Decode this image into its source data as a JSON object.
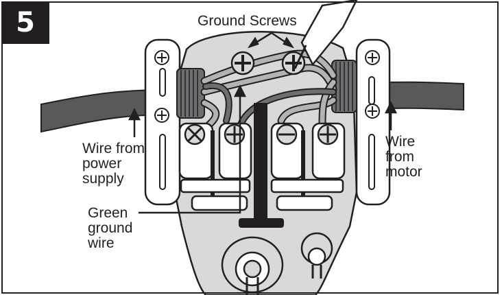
{
  "step_number": "5",
  "labels": {
    "ground_screws": "Ground Screws",
    "wire_power": "Wire from\npower\nsupply",
    "wire_motor": "Wire\nfrom\nmotor",
    "green_ground": "Green\nground\nwire"
  },
  "colors": {
    "line": "#231f20",
    "body_gray": "#d9d9d9",
    "dark_gray": "#6d6e71",
    "wire_gray": "#b3b3b3"
  },
  "icons": [
    "screwdriver-icon"
  ]
}
